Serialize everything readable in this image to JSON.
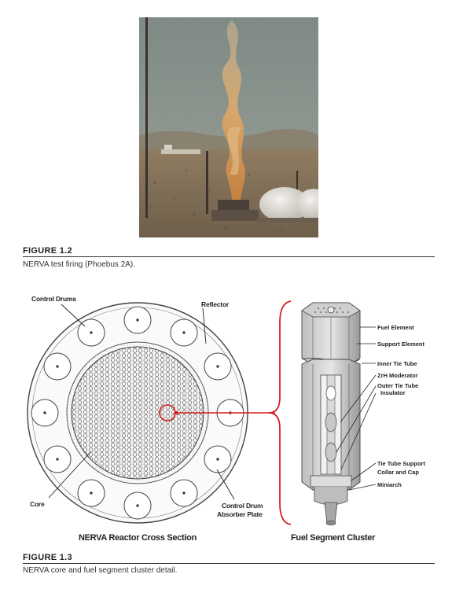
{
  "figure_1_2": {
    "label": "FIGURE 1.2",
    "caption": "NERVA test firing (Phoebus 2A)."
  },
  "figure_1_3": {
    "label": "FIGURE 1.3",
    "caption": "NERVA core and fuel segment cluster detail.",
    "cross_section": {
      "title": "NERVA Reactor Cross Section",
      "control_drums_label": "Control Drums",
      "reflector_label": "Reflector",
      "core_label": "Core",
      "absorber_label_line1": "Control Drum",
      "absorber_label_line2": "Absorber Plate"
    },
    "cluster": {
      "title": "Fuel Segment Cluster",
      "labels": {
        "fuel_element": "Fuel Element",
        "support_element": "Support Element",
        "inner_tie_tube": "Inner Tie Tube",
        "zrh_moderator": "ZrH Moderator",
        "outer_tie_tube": "Outer Tie Tube",
        "insulator": "Insulator",
        "tie_tube_support_line1": "Tie Tube Support",
        "tie_tube_support_line2": "Collar and Cap",
        "miniarch": "Miniarch"
      }
    },
    "colors": {
      "accent": "#d42020"
    }
  }
}
